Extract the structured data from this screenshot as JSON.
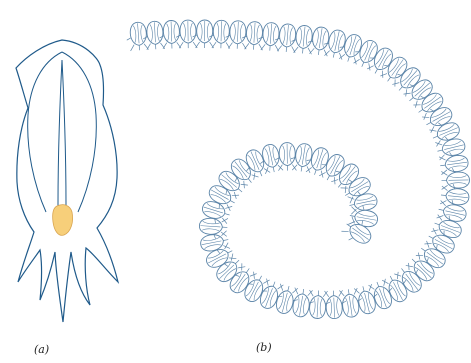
{
  "figure": {
    "panel_a": {
      "label": "(a)",
      "colors": {
        "outline": "#1f5a8a",
        "nucleus_fill": "#f7cf7a",
        "nucleus_stroke": "#d9a550"
      }
    },
    "panel_b": {
      "label": "(b)",
      "cell_count": 62,
      "colors": {
        "outline": "#5b84a8",
        "accent": "#2f5d85"
      }
    }
  }
}
